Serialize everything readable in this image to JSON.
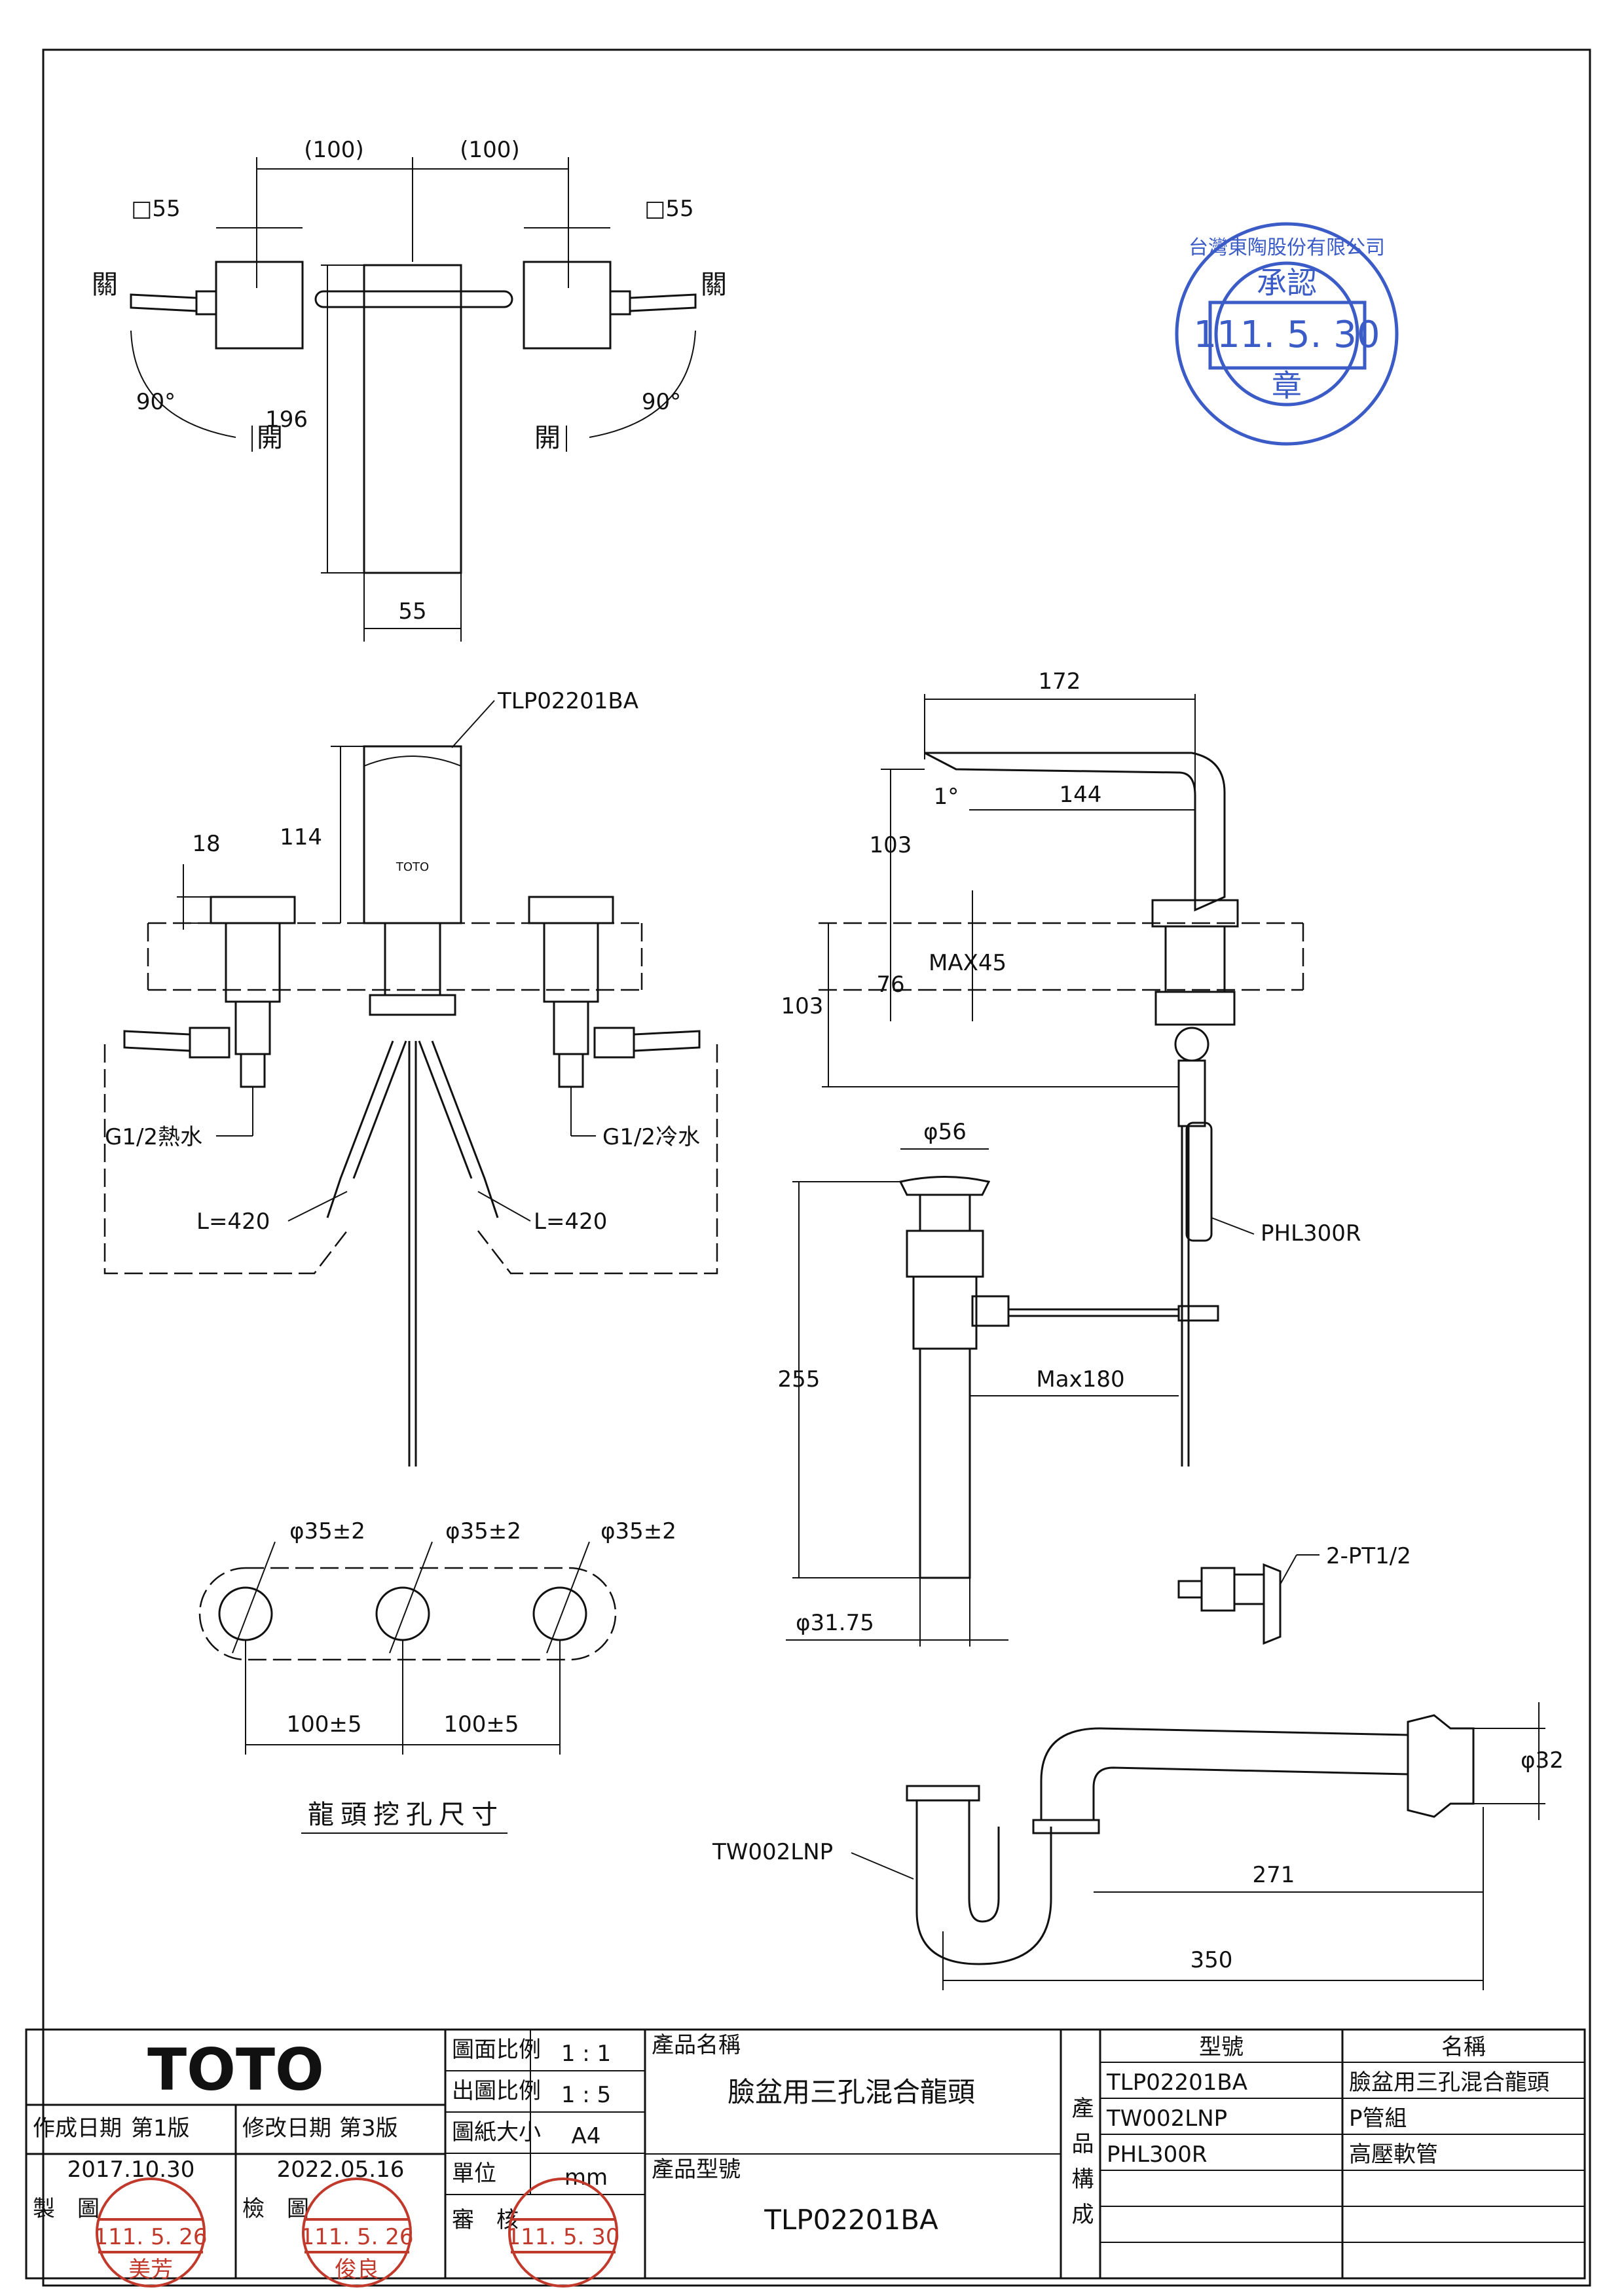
{
  "top_view": {
    "dim_left_100": "(100)",
    "dim_right_100": "(100)",
    "sq_left": "□55",
    "sq_right": "□55",
    "close_left": "關",
    "close_right": "關",
    "open_left": "開",
    "open_right": "開",
    "angle_left": "90°",
    "angle_right": "90°",
    "height_196": "196",
    "width_55": "55"
  },
  "front_view": {
    "model_label": "TLP02201BA",
    "dim_114": "114",
    "dim_18": "18",
    "hot_label": "G1/2熱水",
    "cold_label": "G1/2冷水",
    "hose_left": "L=420",
    "hose_right": "L=420",
    "brand_small": "TOTO"
  },
  "side_view": {
    "dim_172": "172",
    "dim_144": "144",
    "angle_1": "1°",
    "dim_103_top": "103",
    "dim_max45": "MAX45",
    "dim_76": "76",
    "dim_103_bottom": "103",
    "hose_label": "PHL300R"
  },
  "drain": {
    "dia_56": "φ56",
    "dim_255": "255",
    "max_180": "Max180",
    "dia_3175": "φ31.75",
    "valve_label": "2-PT1/2"
  },
  "holes": {
    "hole1": "φ35±2",
    "hole2": "φ35±2",
    "hole3": "φ35±2",
    "pitch1": "100±5",
    "pitch2": "100±5",
    "caption": "龍頭挖孔尺寸"
  },
  "trap": {
    "label": "TW002LNP",
    "dia_32": "φ32",
    "dim_271": "271",
    "dim_350": "350"
  },
  "approval_stamp": {
    "company": "台灣東陶股份有限公司",
    "word": "承認",
    "date": "111. 5. 30",
    "seal": "章"
  },
  "title_block": {
    "brand": "TOTO",
    "created_label": "作成日期",
    "created_version": "第1版",
    "created_date": "2017.10.30",
    "revised_label": "修改日期",
    "revised_version": "第3版",
    "revised_date": "2022.05.16",
    "drawn_label": "製　圖",
    "checked_label": "檢　圖",
    "approved_label": "審　核",
    "scale_label": "圖面比例",
    "scale_value": "1 : 1",
    "print_scale_label": "出圖比例",
    "print_scale_value": "1 : 5",
    "paper_label": "圖紙大小",
    "paper_value": "A4",
    "unit_label": "單位",
    "unit_value": "mm",
    "product_name_label": "產品名稱",
    "product_name": "臉盆用三孔混合龍頭",
    "product_model_label": "產品型號",
    "product_model": "TLP02201BA",
    "composition_label": "產品構成",
    "col_model": "型號",
    "col_name": "名稱",
    "rows": [
      {
        "model": "TLP02201BA",
        "name": "臉盆用三孔混合龍頭"
      },
      {
        "model": "TW002LNP",
        "name": "P管組"
      },
      {
        "model": "PHL300R",
        "name": "高壓軟管"
      }
    ],
    "stamp_drawn_date": "111. 5. 26",
    "stamp_drawn_name": "美芳",
    "stamp_checked_date": "111. 5. 26",
    "stamp_checked_name": "俊良",
    "stamp_approved_date": "111. 5. 30"
  }
}
